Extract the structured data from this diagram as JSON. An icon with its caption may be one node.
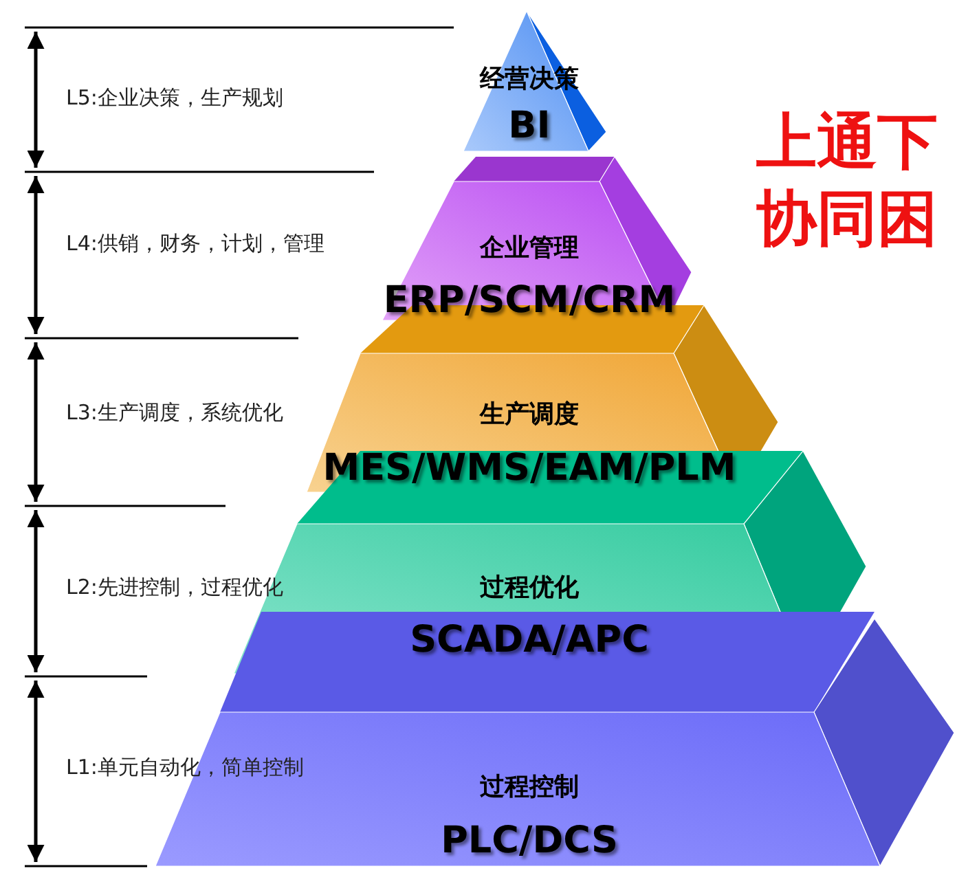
{
  "diagram": {
    "nodes": [
      {
        "text": [
          "经营决策",
          "BI"
        ]
      },
      {
        "text": [
          "企业管理",
          "ERP/SCM/CRM"
        ]
      },
      {
        "text": [
          "生产调度",
          "MES/WMS/EAM/PLM"
        ]
      },
      {
        "text": [
          "过程优化",
          "SCADA/APC"
        ]
      },
      {
        "text": [
          "过程控制",
          "PLC/DCS"
        ]
      }
    ],
    "labels": [
      "L5:企业决策，生产规划",
      "L4:供销，财务，计划，管理",
      "L3:生产调度，系统优化",
      "L2:先进控制，过程优化",
      "L1:单元自动化，简单控制",
      "上通下协同困"
    ]
  }
}
